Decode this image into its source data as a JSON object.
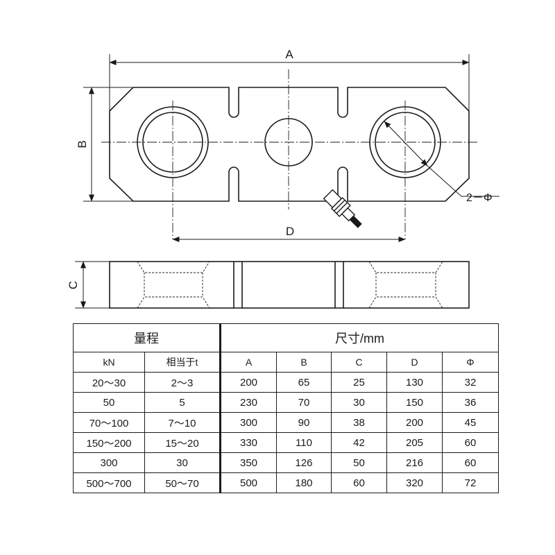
{
  "labels": {
    "dim_a": "A",
    "dim_b": "B",
    "dim_c": "C",
    "dim_d": "D",
    "dim_phi": "2－Φ"
  },
  "table": {
    "group_range": "量程",
    "group_size": "尺寸/mm",
    "columns": [
      "kN",
      "相当于t",
      "A",
      "B",
      "C",
      "D",
      "Φ"
    ],
    "rows": [
      [
        "20～30",
        "2～3",
        "200",
        "65",
        "25",
        "130",
        "32"
      ],
      [
        "50",
        "5",
        "230",
        "70",
        "30",
        "150",
        "36"
      ],
      [
        "70～100",
        "7～10",
        "300",
        "90",
        "38",
        "200",
        "45"
      ],
      [
        "150～200",
        "15～20",
        "330",
        "110",
        "42",
        "205",
        "60"
      ],
      [
        "300",
        "30",
        "350",
        "126",
        "50",
        "216",
        "60"
      ],
      [
        "500～700",
        "50～70",
        "500",
        "180",
        "60",
        "320",
        "72"
      ]
    ]
  }
}
